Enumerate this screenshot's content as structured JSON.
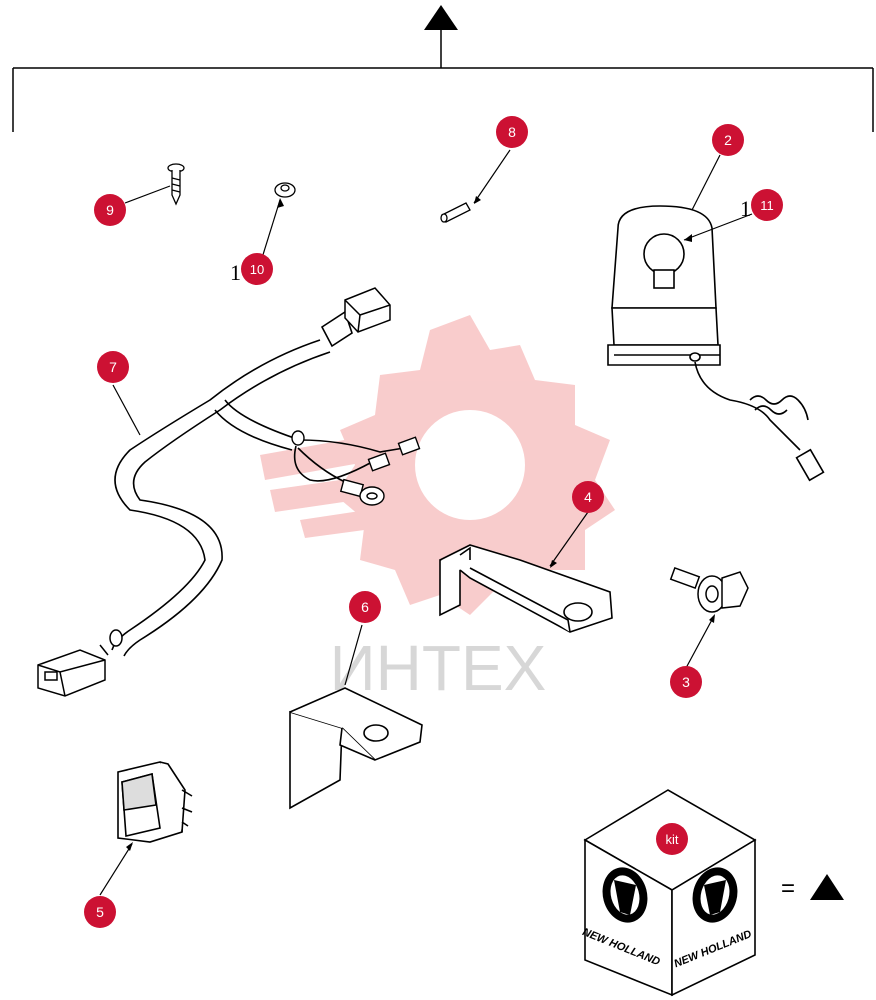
{
  "watermark": {
    "text": "ИНТЕХ",
    "color": "#f4a3a3"
  },
  "callout_color": "#cc1133",
  "callouts": [
    {
      "id": "2",
      "label": "2"
    },
    {
      "id": "3",
      "label": "3"
    },
    {
      "id": "4",
      "label": "4"
    },
    {
      "id": "5",
      "label": "5"
    },
    {
      "id": "6",
      "label": "6"
    },
    {
      "id": "7",
      "label": "7"
    },
    {
      "id": "8",
      "label": "8"
    },
    {
      "id": "9",
      "label": "9"
    },
    {
      "id": "10",
      "label": "10"
    },
    {
      "id": "11",
      "label": "11"
    },
    {
      "id": "kit",
      "label": "kit"
    }
  ],
  "kit": {
    "brand": "NEW HOLLAND",
    "equals": "="
  }
}
